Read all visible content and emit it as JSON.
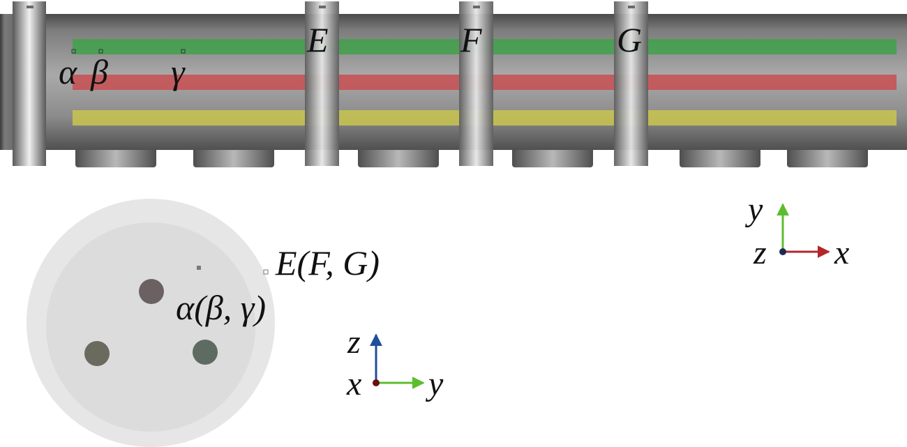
{
  "labels": {
    "section_e": "E",
    "section_f": "F",
    "section_g": "G",
    "sensor_alpha": "α",
    "sensor_beta": "β",
    "sensor_gamma": "γ",
    "cross_section_rings": "E(F, G)",
    "cross_section_sensors": "α(β, γ)"
  },
  "axes_side": {
    "up": "y",
    "right": "x",
    "out": "z"
  },
  "axes_front": {
    "up": "z",
    "right": "y",
    "out": "x"
  },
  "colors": {
    "fiber_top": "#3fa14a",
    "fiber_middle": "#c84f52",
    "fiber_bottom": "#c9c64f",
    "axis_x": "#b3262b",
    "axis_y": "#5cbd2e",
    "axis_z": "#1f4e9c",
    "axis_origin_side": "#1b2a55",
    "axis_origin_front": "#6b0f0f"
  }
}
